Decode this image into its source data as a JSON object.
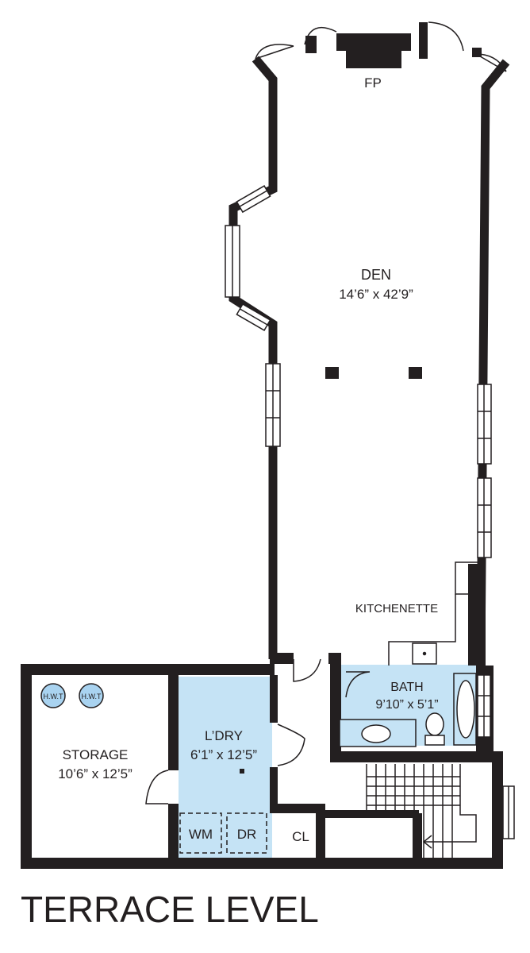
{
  "plan_title": "TERRACE LEVEL",
  "rooms": {
    "den": {
      "name": "DEN",
      "size": "14’6” x 42’9”"
    },
    "fireplace": {
      "label": "FP"
    },
    "kitchenette": {
      "name": "KITCHENETTE"
    },
    "bath": {
      "name": "BATH",
      "size": "9’10” x 5’1”"
    },
    "laundry": {
      "name": "L’DRY",
      "size": "6’1” x 12’5”"
    },
    "storage": {
      "name": "STORAGE",
      "size": "10’6” x 12’5”"
    },
    "closet": {
      "label": "CL"
    }
  },
  "fixtures": {
    "hwt_1": "H.W.T",
    "hwt_2": "H.W.T",
    "washer": "WM",
    "dryer": "DR"
  },
  "colors": {
    "wall": "#231f20",
    "wet_room_fill": "#c5e3f5",
    "hwt_fill": "#a9d3f0"
  }
}
